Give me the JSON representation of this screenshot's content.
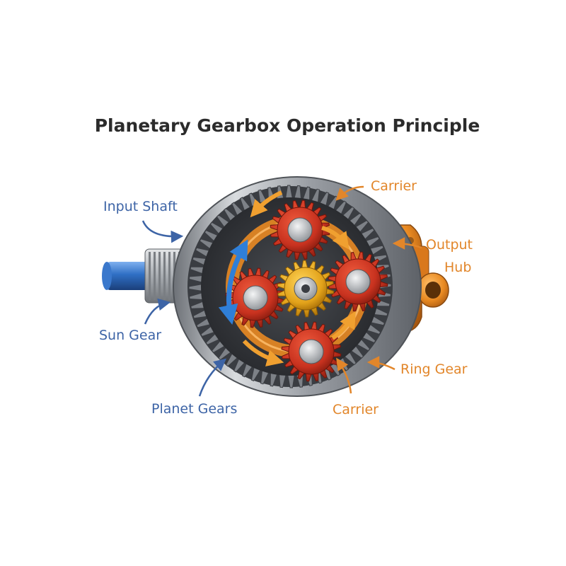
{
  "title": "Planetary Gearbox Operation Principle",
  "colors": {
    "title": "#2b2b2b",
    "blue_label": "#3d64a6",
    "orange_label": "#e2862a",
    "ring": "#8f9399",
    "planet": "#c8321f",
    "sun": "#e2a21a",
    "carrier": "#e98a22",
    "shaft": "#2f6fc4"
  },
  "labels": {
    "input_shaft": "Input Shaft",
    "sun_gear": "Sun Gear",
    "planet_gears": "Planet Gears",
    "carrier_top": "Carrier",
    "output_hub_line1": "Output",
    "output_hub_line2": "Hub",
    "ring_gear": "Ring Gear",
    "carrier_bottom": "Carrier"
  }
}
